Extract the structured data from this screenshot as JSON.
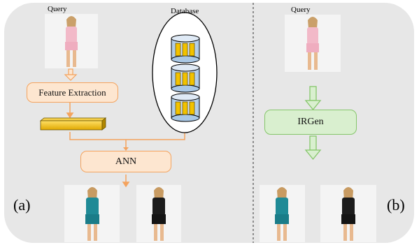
{
  "panel_a": {
    "query_label": "Query",
    "database_label": "Database",
    "feature_extraction_label": "Feature Extraction",
    "ann_label": "ANN",
    "panel_label": "(a)"
  },
  "panel_b": {
    "query_label": "Query",
    "irgen_label": "IRGen",
    "panel_label": "(b)"
  },
  "colors": {
    "panel_bg": "#e7e7e7",
    "orange_fill": "#fde6d0",
    "orange_stroke": "#f4a35e",
    "green_fill": "#d9efcf",
    "green_stroke": "#86c66b",
    "db_fill": "#c9def2",
    "feature_bar": "#f2c200"
  },
  "icons": {
    "query_image": "woman-pink-romper-photo",
    "result_images": [
      "woman-teal-romper-photo",
      "woman-black-romper-photo"
    ],
    "database": "database-cylinder-stack-icon"
  }
}
